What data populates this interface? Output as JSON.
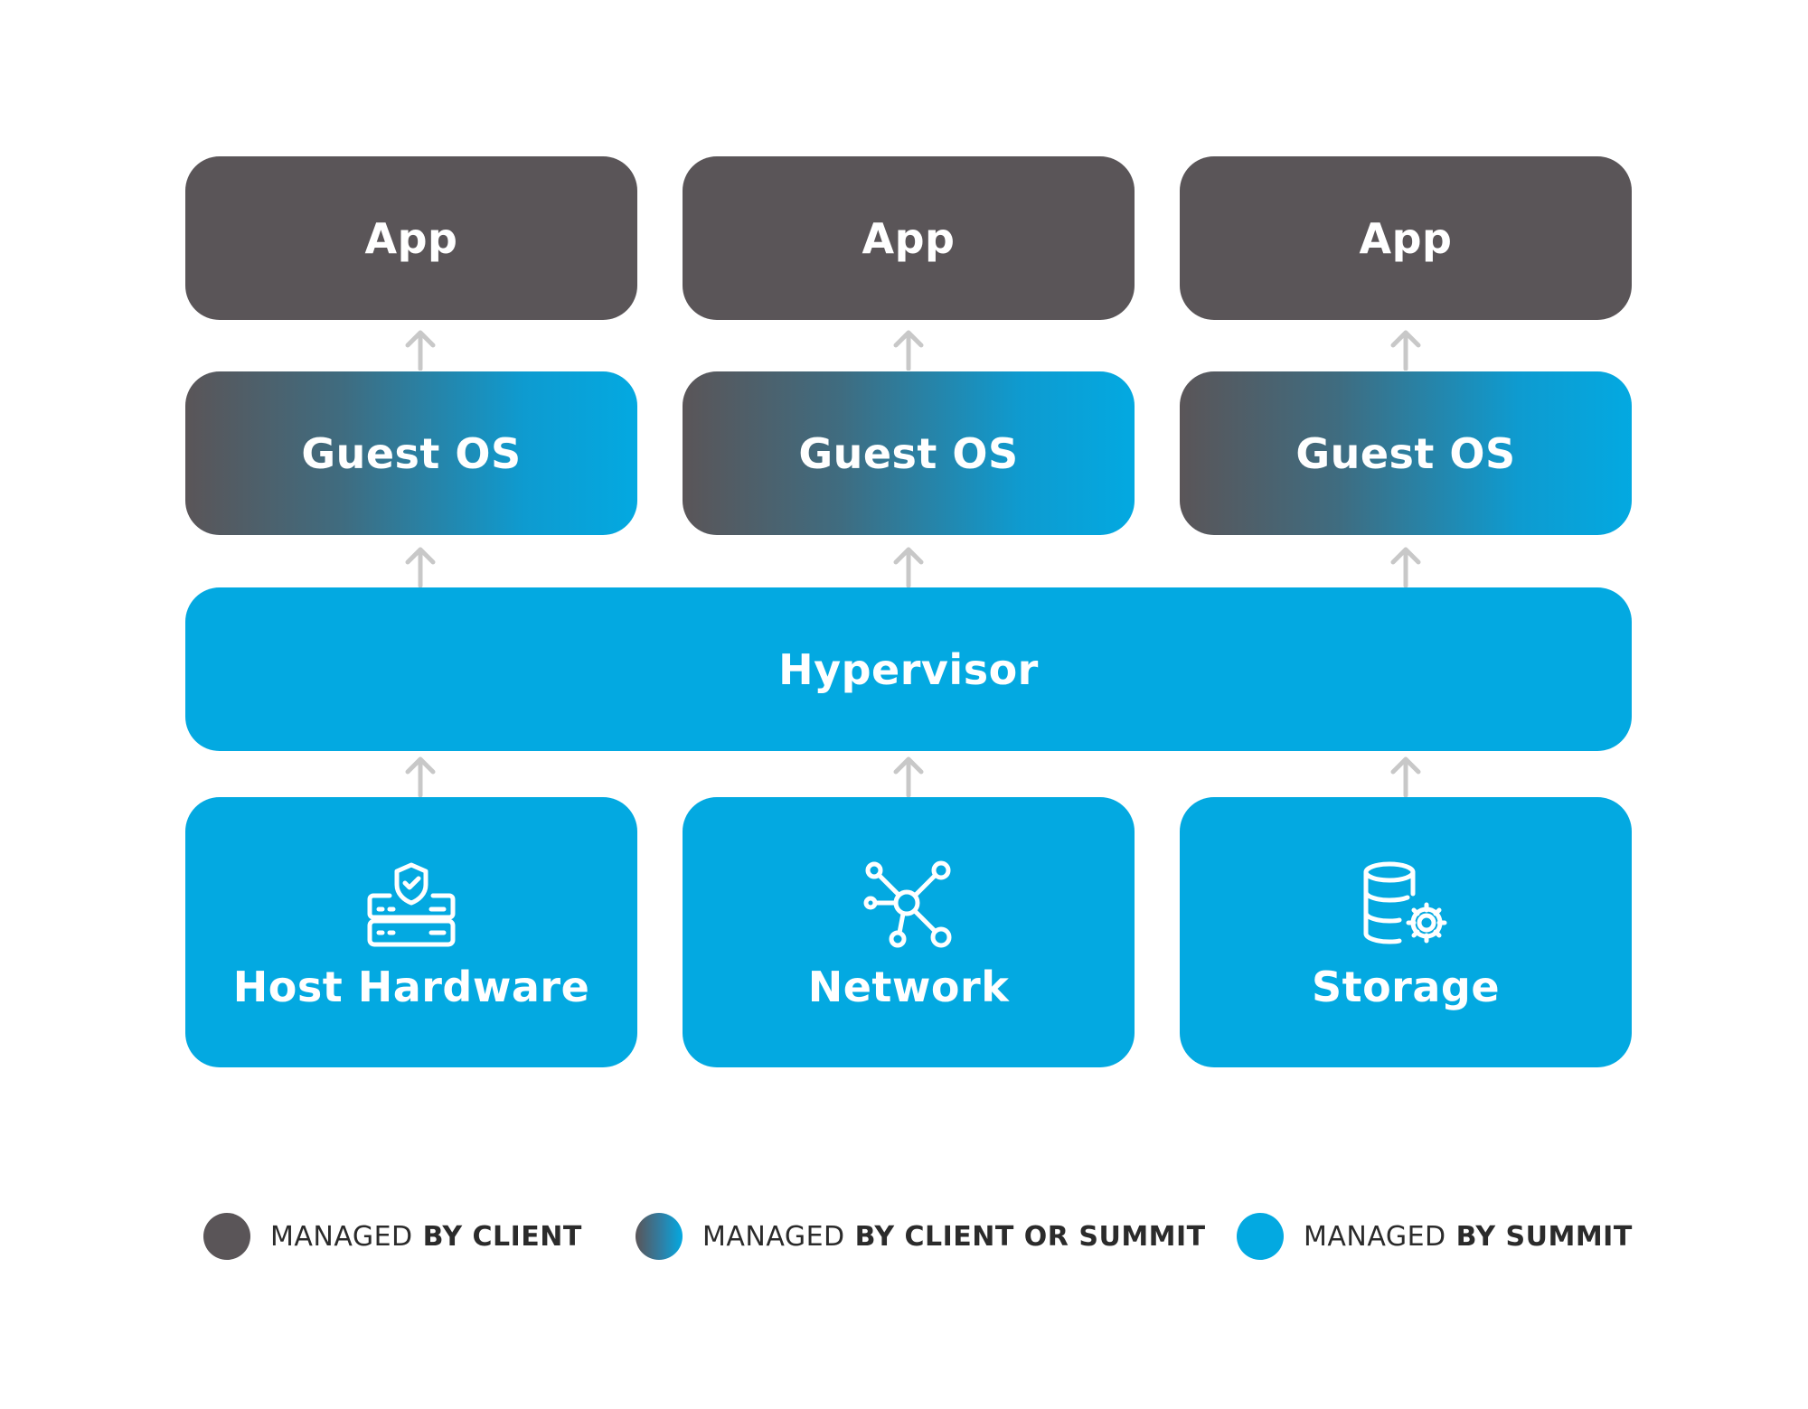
{
  "diagram": {
    "apps": [
      {
        "label": "App"
      },
      {
        "label": "App"
      },
      {
        "label": "App"
      }
    ],
    "guest_os": [
      {
        "label": "Guest OS"
      },
      {
        "label": "Guest OS"
      },
      {
        "label": "Guest OS"
      }
    ],
    "hypervisor": {
      "label": "Hypervisor"
    },
    "infrastructure": [
      {
        "label": "Host Hardware",
        "icon": "server-shield-icon"
      },
      {
        "label": "Network",
        "icon": "network-nodes-icon"
      },
      {
        "label": "Storage",
        "icon": "database-gear-icon"
      }
    ]
  },
  "legend": [
    {
      "prefix": "MANAGED",
      "emphasis": " BY CLIENT",
      "color": "#5a5558"
    },
    {
      "prefix": "MANAGED",
      "emphasis": " BY CLIENT OR SUMMIT",
      "color": "gradient"
    },
    {
      "prefix": "MANAGED",
      "emphasis": " BY SUMMIT",
      "color": "#03a9e1"
    }
  ],
  "colors": {
    "client": "#5a5558",
    "summit": "#03a9e1",
    "arrow": "#c8c8c8"
  }
}
